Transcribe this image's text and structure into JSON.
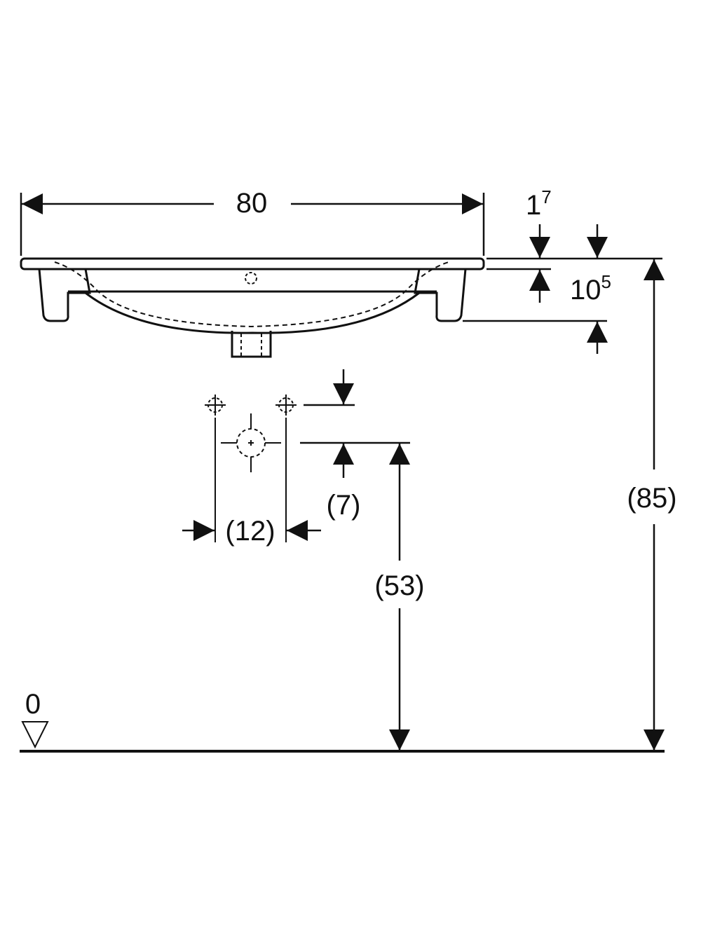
{
  "dimensions": {
    "width": "80",
    "rim_thickness": {
      "main": "1",
      "sup": "7"
    },
    "basin_depth": {
      "main": "10",
      "sup": "5"
    },
    "tap_spacing": "(12)",
    "waste_below_taps": "(7)",
    "waste_height": "(53)",
    "rim_height": "(85)",
    "floor_level": "0"
  },
  "colors": {
    "line": "#111111",
    "background": "#ffffff"
  }
}
